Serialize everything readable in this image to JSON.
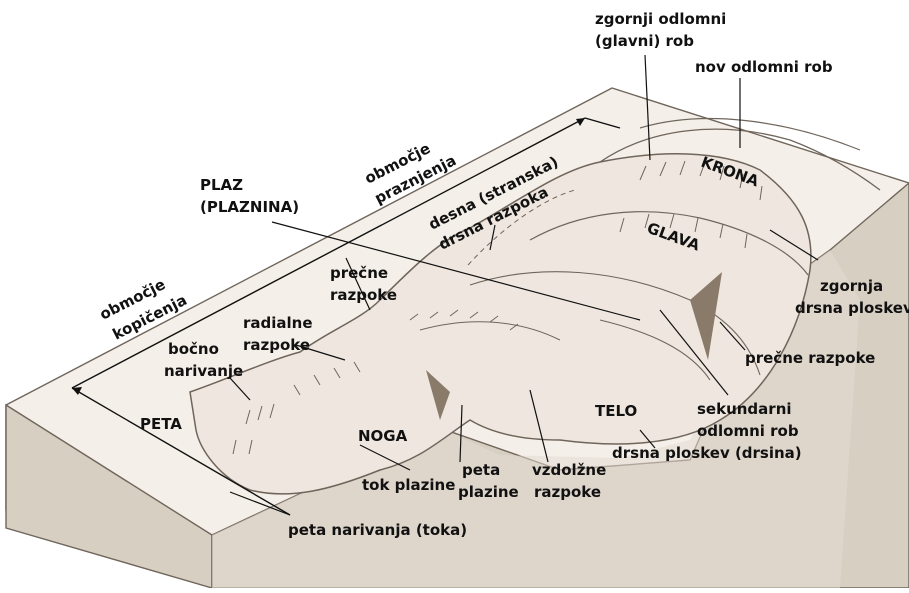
{
  "diagram": {
    "colors": {
      "surface": "#f4efe8",
      "side": "#d8cfc3",
      "slope": "#e3dbd1",
      "slide": "#efe7df",
      "outline": "#6f655b",
      "scarp": "#8a7a6a",
      "leader": "#111111"
    },
    "labels": {
      "zgornji_rob_1": "zgornji odlomni",
      "zgornji_rob_2": "(glavni) rob",
      "nov_rob": "nov odlomni rob",
      "obmocje_praznjenja_1": "območje",
      "obmocje_praznjenja_2": "praznjenja",
      "plaz_1": "PLAZ",
      "plaz_2": "(PLAZNINA)",
      "desna_1": "desna (stranska)",
      "desna_2": "drsna razpoka",
      "krona": "KRONA",
      "glava": "GLAVA",
      "zgornja_1": "zgornja",
      "zgornja_2": "drsna ploskev",
      "obmocje_kopicenja_1": "območje",
      "obmocje_kopicenja_2": "kopičenja",
      "precne_1": "prečne",
      "precne_2": "razpoke",
      "radialne_1": "radialne",
      "radialne_2": "razpoke",
      "bocno_1": "bočno",
      "bocno_2": "narivanje",
      "precne_r": "prečne razpoke",
      "sekundarni_1": "sekundarni",
      "sekundarni_2": "odlomni rob",
      "telo": "TELO",
      "peta": "PETA",
      "noga": "NOGA",
      "drsna_ploskev": "drsna ploskev (drsina)",
      "tok_plazine": "tok plazine",
      "peta_plazine_1": "peta",
      "peta_plazine_2": "plazine",
      "vzdolzne_1": "vzdolžne",
      "vzdolzne_2": "razpoke",
      "peta_narivanja": "peta narivanja (toka)"
    }
  }
}
